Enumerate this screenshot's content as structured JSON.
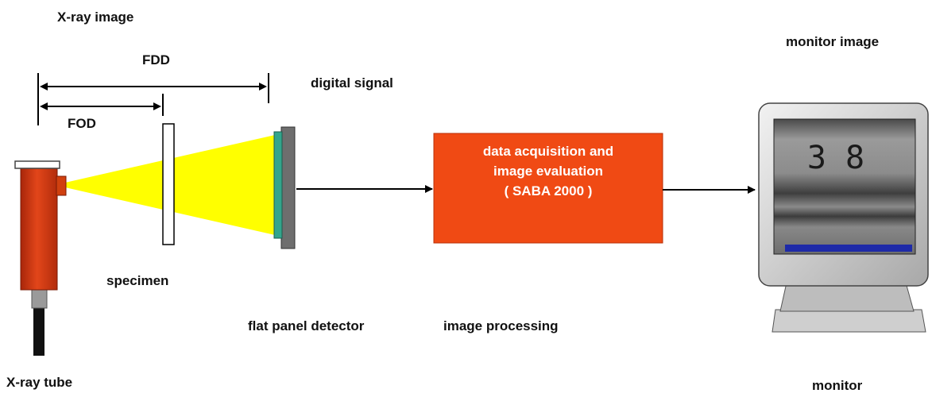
{
  "labels": {
    "xray_image": "X-ray image",
    "fdd": "FDD",
    "fod": "FOD",
    "digital_signal": "digital signal",
    "specimen": "specimen",
    "flat_panel_detector": "flat panel detector",
    "image_processing": "image processing",
    "xray_tube": "X-ray tube",
    "monitor_image": "monitor image",
    "monitor": "monitor"
  },
  "processing_box": {
    "line1": "data acquisition and",
    "line2": "image evaluation",
    "line3": "( SABA 2000 )"
  },
  "screen": {
    "text": "3 8"
  },
  "colors": {
    "tube": "#d93a10",
    "beam": "#ffff00",
    "processing_box": "#f04a14",
    "detector_face": "#33a58c",
    "detector_body": "#6e6e6e",
    "monitor_body": "#d4d4d4",
    "screen": "#7a7a7a"
  }
}
